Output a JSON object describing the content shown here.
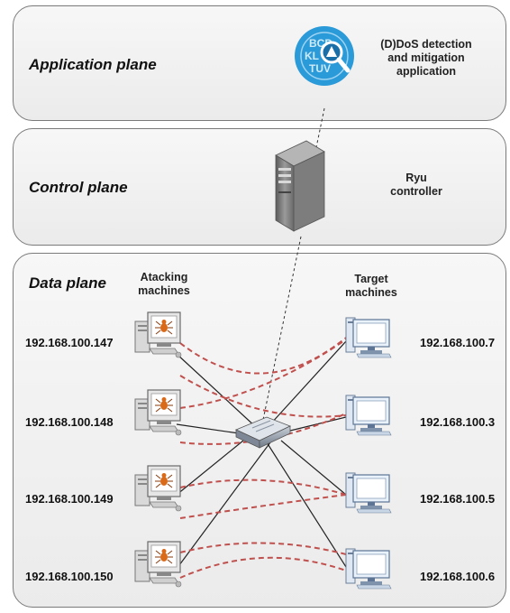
{
  "planes": {
    "application": {
      "title": "Application plane",
      "app_label": "(D)DoS detection and mitigation application",
      "icon": "ddos-detection-icon"
    },
    "control": {
      "title": "Control plane",
      "controller_label": "Ryu controller",
      "icon": "server-tower-icon"
    },
    "data": {
      "title": "Data plane",
      "attackers_heading": "Atacking machines",
      "targets_heading": "Target machines",
      "switch_icon": "network-switch-icon"
    }
  },
  "attackers": [
    {
      "ip": "192.168.100.147"
    },
    {
      "ip": "192.168.100.148"
    },
    {
      "ip": "192.168.100.149"
    },
    {
      "ip": "192.168.100.150"
    }
  ],
  "targets": [
    {
      "ip": "192.168.100.7"
    },
    {
      "ip": "192.168.100.3"
    },
    {
      "ip": "192.168.100.5"
    },
    {
      "ip": "192.168.100.6"
    }
  ],
  "colors": {
    "attack_link": "#c0504d",
    "link": "#222222",
    "app_icon": "#2a9ad8",
    "border": "#7a7a7a"
  }
}
